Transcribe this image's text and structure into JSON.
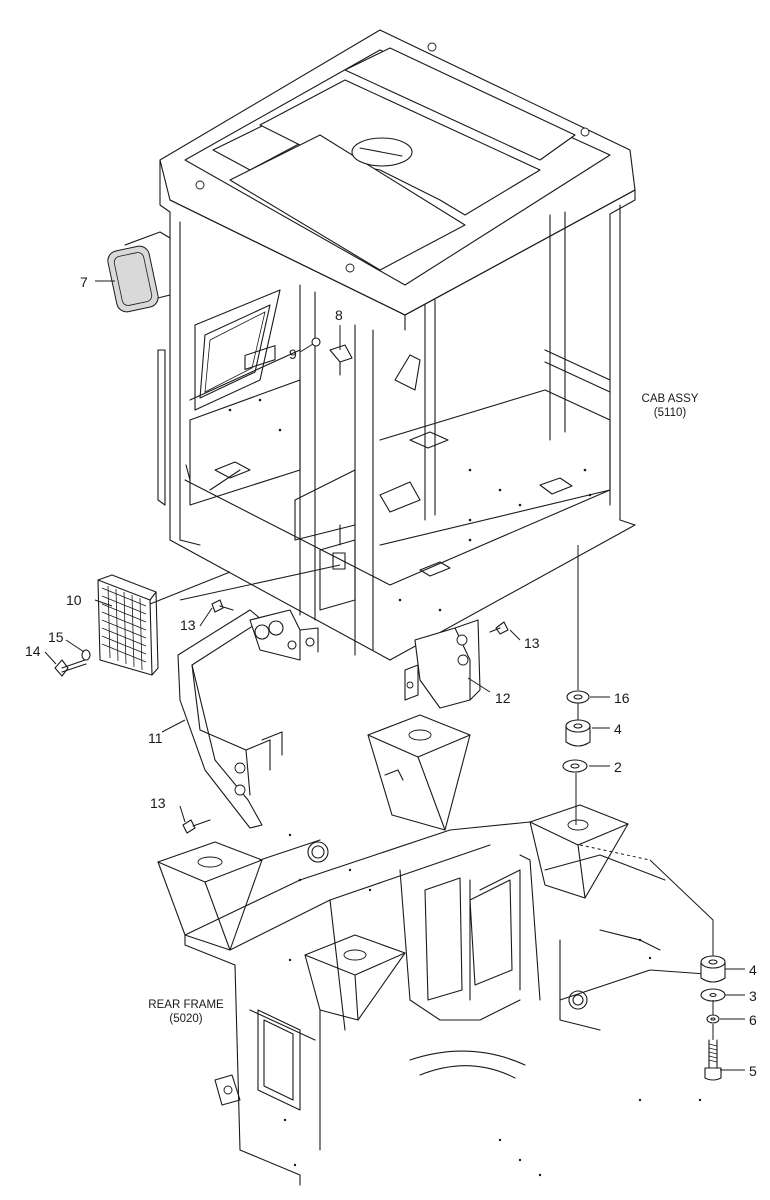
{
  "callouts": {
    "c2": "2",
    "c3": "3",
    "c4a": "4",
    "c4b": "4",
    "c5": "5",
    "c6": "6",
    "c7": "7",
    "c8": "8",
    "c9": "9",
    "c10": "10",
    "c11": "11",
    "c12": "12",
    "c13a": "13",
    "c13b": "13",
    "c13c": "13",
    "c14": "14",
    "c15": "15",
    "c16": "16"
  },
  "assemblies": {
    "cab": {
      "name": "CAB ASSY",
      "code": "(5110)"
    },
    "rear_frame": {
      "name": "REAR FRAME",
      "code": "(5020)"
    }
  }
}
